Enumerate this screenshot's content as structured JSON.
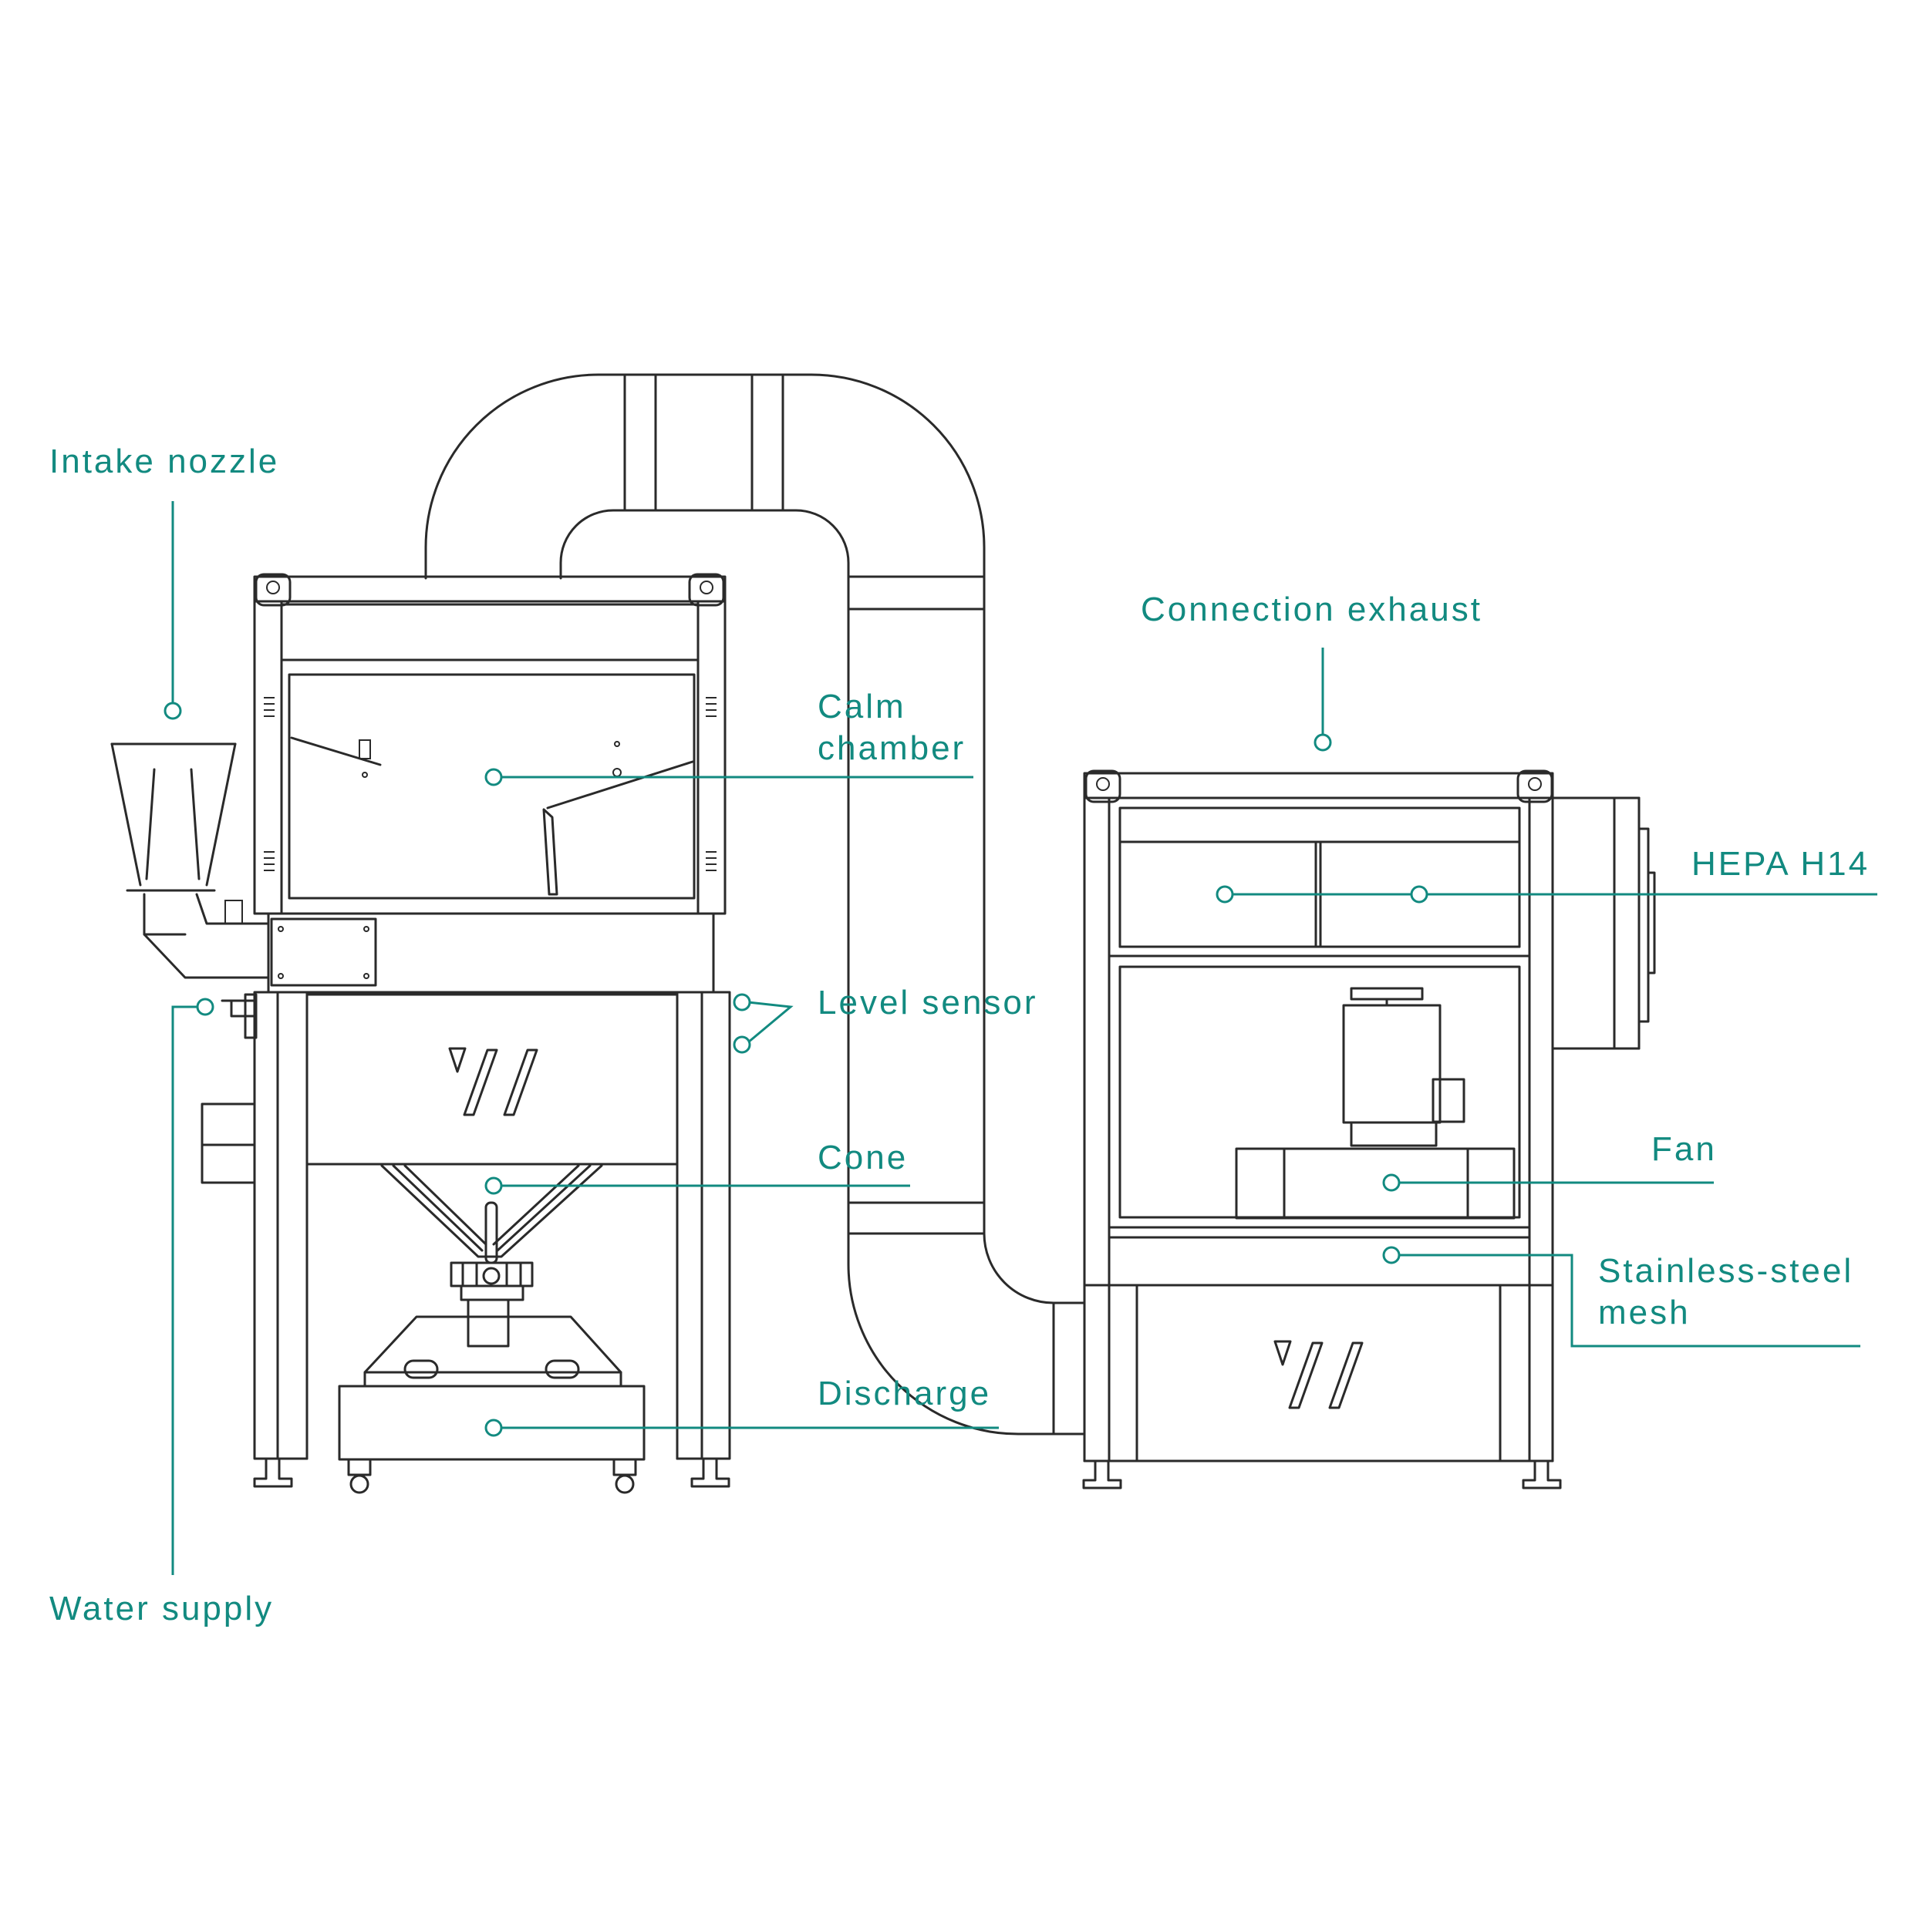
{
  "colors": {
    "accent": "#128a80",
    "ink": "#2a2a2a",
    "background": "#ffffff"
  },
  "labels": {
    "intake_nozzle": "Intake nozzle",
    "calm_chamber_1": "Calm",
    "calm_chamber_2": "chamber",
    "level_sensor": "Level sensor",
    "cone": "Cone",
    "discharge": "Discharge",
    "water_supply": "Water supply",
    "connection_exhaust": "Connection exhaust",
    "hepa": "HEPA H14",
    "fan": "Fan",
    "mesh_1": "Stainless-steel",
    "mesh_2": "mesh"
  }
}
